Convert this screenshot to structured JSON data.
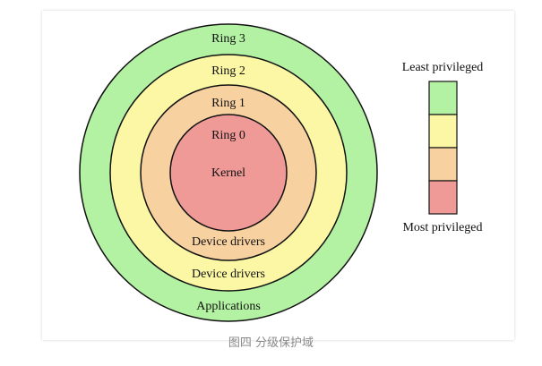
{
  "rings": {
    "ring3": {
      "label": "Ring 3",
      "inner_label": "Applications",
      "color": "#b3f2a3"
    },
    "ring2": {
      "label": "Ring 2",
      "inner_label": "Device drivers",
      "color": "#fbf7a5"
    },
    "ring1": {
      "label": "Ring 1",
      "inner_label": "Device drivers",
      "color": "#f7d1a0"
    },
    "ring0": {
      "label": "Ring 0",
      "inner_label": "Kernel",
      "color": "#f09a98"
    }
  },
  "legend": {
    "top_label": "Least privileged",
    "bottom_label": "Most privileged",
    "colors": [
      "#b3f2a3",
      "#fbf7a5",
      "#f7d1a0",
      "#f09a98"
    ]
  },
  "caption": "图四 分级保护域"
}
